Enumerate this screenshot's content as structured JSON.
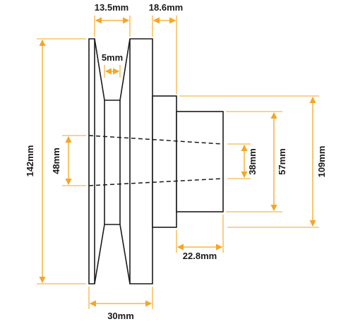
{
  "colors": {
    "dimension": "#f5a623",
    "outline": "#1a1a1a",
    "background": "#ffffff"
  },
  "dimensions": {
    "top_groove_width": "13.5mm",
    "top_hub_width": "18.6mm",
    "groove_bottom": "5mm",
    "overall_diameter": "142mm",
    "bore_outer": "48mm",
    "bore_inner": "38mm",
    "hub_small": "57mm",
    "hub_large": "109mm",
    "hub_length": "22.8mm",
    "pulley_width": "30mm"
  }
}
